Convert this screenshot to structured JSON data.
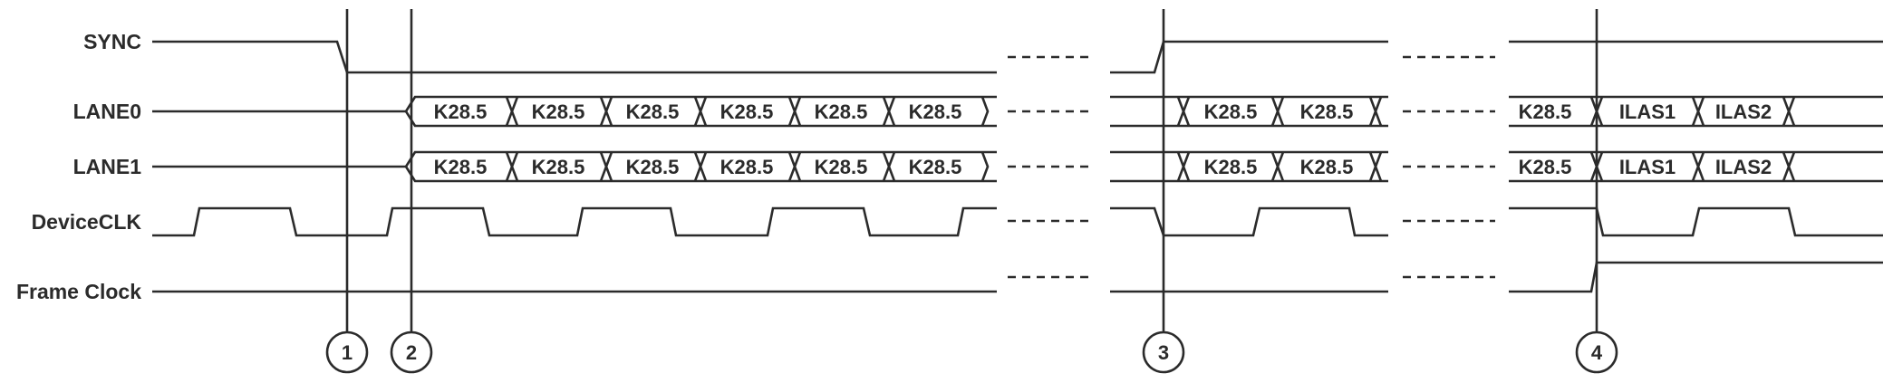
{
  "signals": {
    "sync": "SYNC",
    "lane0": "LANE0",
    "lane1": "LANE1",
    "deviceclk": "DeviceCLK",
    "frameclock": "Frame Clock"
  },
  "symbols": {
    "comma": "K28.5",
    "ilas1": "ILAS1",
    "ilas2": "ILAS2"
  },
  "markers": [
    "1",
    "2",
    "3",
    "4"
  ]
}
